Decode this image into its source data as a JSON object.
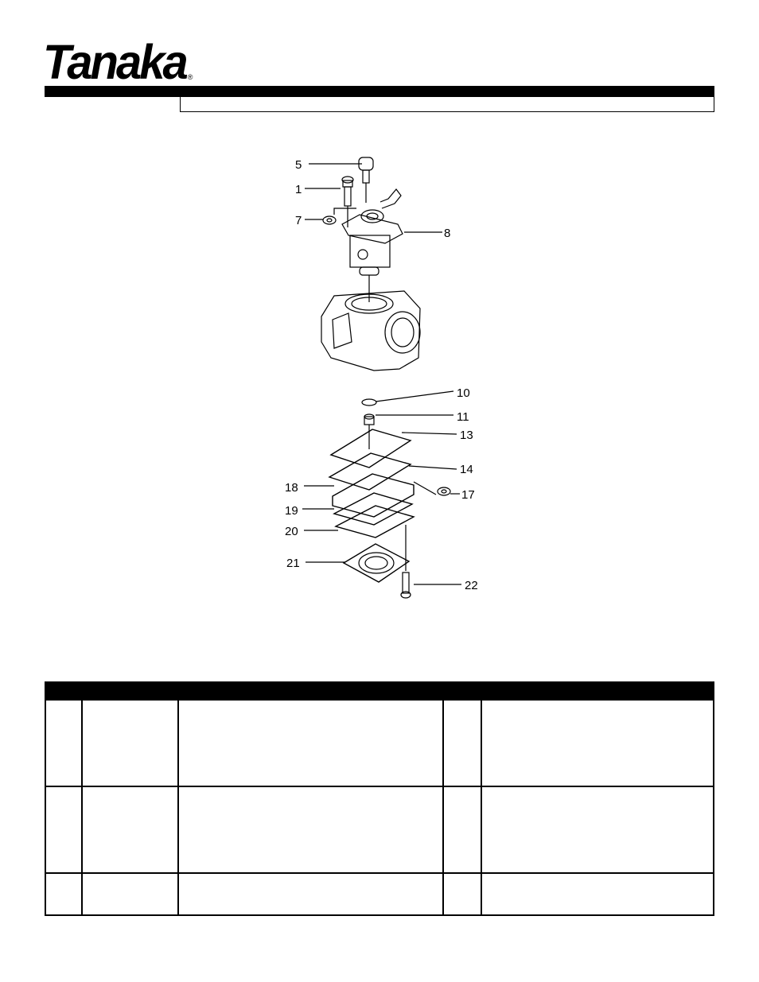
{
  "brand": {
    "logo_text": "Tanaka",
    "registered_mark": "®"
  },
  "header": {
    "title": ""
  },
  "diagram": {
    "callouts": [
      "5",
      "1",
      "7",
      "8",
      "10",
      "11",
      "13",
      "14",
      "18",
      "17",
      "19",
      "20",
      "21",
      "22"
    ]
  },
  "parts_table": {
    "headers": [
      "",
      "",
      "",
      "",
      ""
    ],
    "rows": [
      [
        "",
        "",
        "",
        "",
        ""
      ],
      [
        "",
        "",
        "",
        "",
        ""
      ],
      [
        "",
        "",
        "",
        "",
        ""
      ]
    ]
  }
}
